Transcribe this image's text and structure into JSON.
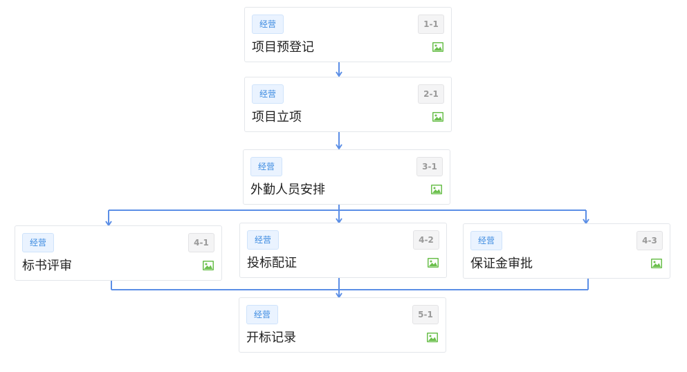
{
  "colors": {
    "connector": "#5b8ee6",
    "dept_tag_bg": "#eaf3ff",
    "dept_tag_text": "#3d8be0",
    "step_badge_text": "#999999",
    "image_icon": "#6abf4b"
  },
  "nodes": [
    {
      "dept": "经营",
      "step": "1-1",
      "title": "项目预登记",
      "icon": "image-icon"
    },
    {
      "dept": "经营",
      "step": "2-1",
      "title": "项目立项",
      "icon": "image-icon"
    },
    {
      "dept": "经营",
      "step": "3-1",
      "title": "外勤人员安排",
      "icon": "image-icon"
    },
    {
      "dept": "经营",
      "step": "4-1",
      "title": "标书评审",
      "icon": "image-icon"
    },
    {
      "dept": "经营",
      "step": "4-2",
      "title": "投标配证",
      "icon": "image-icon"
    },
    {
      "dept": "经营",
      "step": "4-3",
      "title": "保证金审批",
      "icon": "image-icon"
    },
    {
      "dept": "经营",
      "step": "5-1",
      "title": "开标记录",
      "icon": "image-icon"
    }
  ]
}
